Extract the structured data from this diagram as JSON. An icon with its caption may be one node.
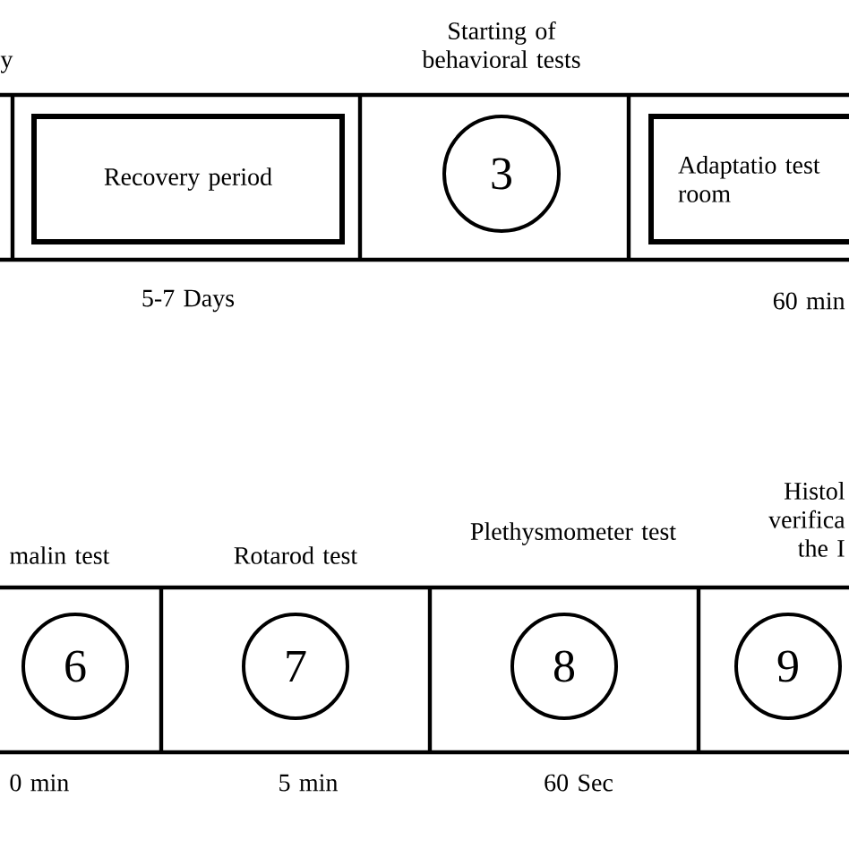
{
  "diagram": {
    "nodes": [
      {
        "text": [
          "Recovery period"
        ],
        "beside": [
          "5-7 Days"
        ]
      },
      {
        "text": [
          "3"
        ],
        "beside": [
          "Starting of behavioral tests"
        ]
      },
      {
        "text": [
          "Adaptatio test room"
        ],
        "beside": [
          "60 min"
        ]
      },
      {
        "text": [
          "6"
        ],
        "beside": [
          "malin test",
          "0 min"
        ]
      },
      {
        "text": [
          "7"
        ],
        "beside": [
          "Rotarod test",
          "5 min"
        ]
      },
      {
        "text": [
          "8"
        ],
        "beside": [
          "Plethysmometer test",
          "60 Sec"
        ]
      },
      {
        "text": [
          "9"
        ],
        "beside": [
          "Histol verifica the I"
        ]
      }
    ],
    "labels": [
      "y"
    ]
  }
}
